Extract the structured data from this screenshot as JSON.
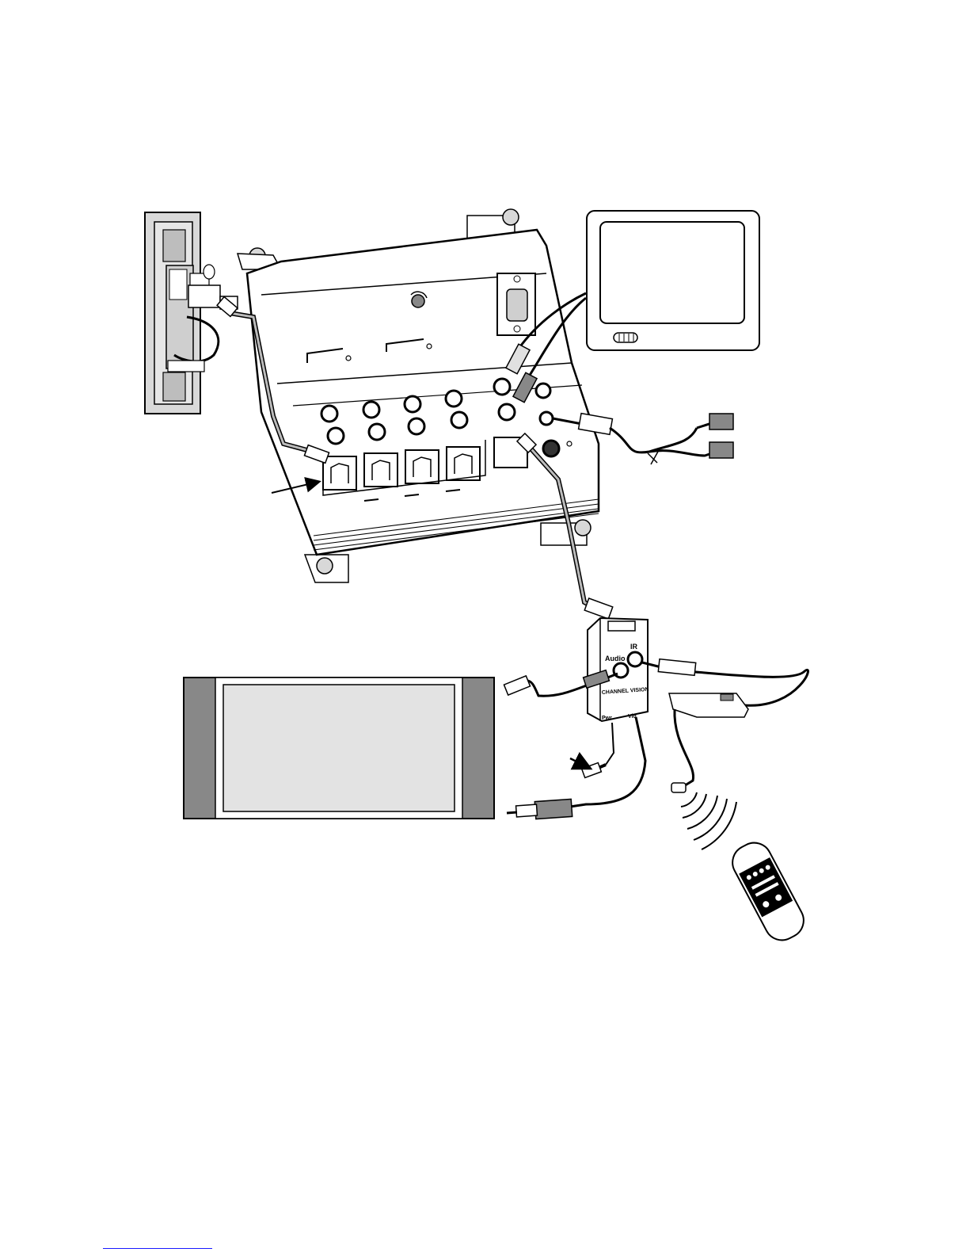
{
  "wallplate": {},
  "hub": {},
  "monitor": {},
  "flatscreen": {},
  "balun": {
    "audio_label": "Audio",
    "ir_label": "IR",
    "brand_label": "CHANNEL VISION",
    "power_label": "Pwr",
    "video_label": "Vid"
  },
  "remote": {},
  "footer": {}
}
